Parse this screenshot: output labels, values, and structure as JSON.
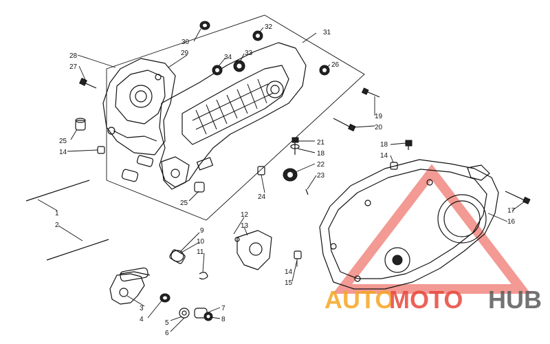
{
  "labels": {
    "l1": "1",
    "l2": "2",
    "l3": "3",
    "l4": "4",
    "l5": "5",
    "l6": "6",
    "l7": "7",
    "l8": "8",
    "l9": "9",
    "l10": "10",
    "l11": "11",
    "l12": "12",
    "l13": "13",
    "l14a": "14",
    "l14b": "14",
    "l14c": "14",
    "l15": "15",
    "l16": "16",
    "l17": "17",
    "l18a": "18",
    "l18b": "18",
    "l19": "19",
    "l20": "20",
    "l21": "21",
    "l22": "22",
    "l23": "23",
    "l24": "24",
    "l25a": "25",
    "l25b": "25",
    "l26": "26",
    "l27": "27",
    "l28": "28",
    "l29": "29",
    "l30": "30",
    "l31": "31",
    "l32": "32",
    "l33": "33",
    "l34": "34"
  },
  "watermark": {
    "part1": "AUTO",
    "part2": "MOTO",
    "part3": "HUB"
  },
  "colors": {
    "watermark_auto": "#f5a623",
    "watermark_moto": "#e8473b",
    "watermark_hub": "#5b5b5b",
    "triangle": "#e8473b"
  }
}
